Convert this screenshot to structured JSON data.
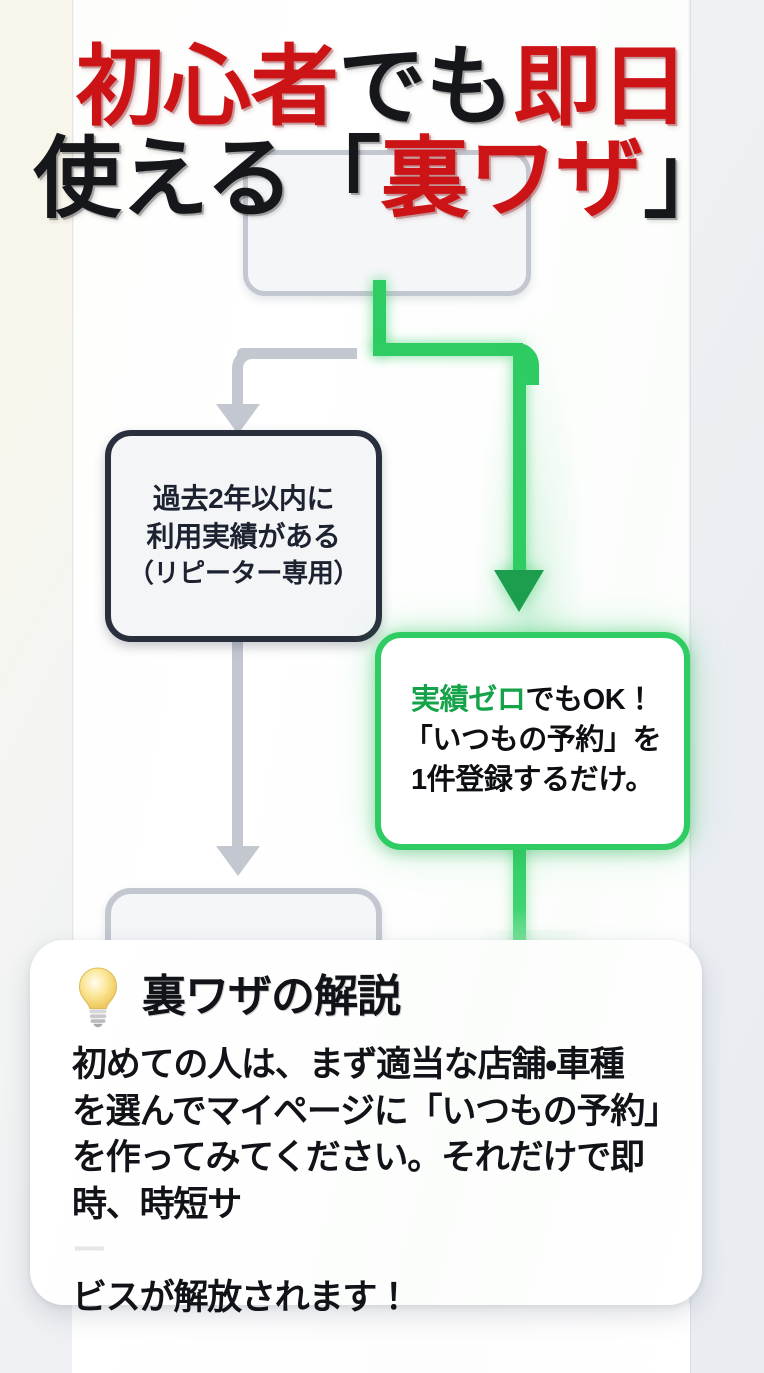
{
  "headline": {
    "line1_part1": "初心者",
    "line1_part2": "でも",
    "line1_part3": "即日",
    "line2_part1": "使える「",
    "line2_part2": "裏ワザ",
    "line2_part3": "」",
    "color_red": "#cc1417",
    "color_black": "#16171a"
  },
  "flow": {
    "box_top": {
      "label": ""
    },
    "box_left": {
      "line1": "過去2年以内に",
      "line2": "利用実績がある",
      "line3": "（リピーター専用）",
      "border_color": "#2a2f3d"
    },
    "box_green": {
      "line1_highlight": "実績ゼロ",
      "line1_rest": "でもOK！",
      "line2": "「いつもの予約」を",
      "line3": "1件登録するだけ。",
      "border_color": "#2ecc62",
      "highlight_color": "#15a34a"
    },
    "box_third": {
      "label": ""
    },
    "connector_grey_color": "#c3c7d0",
    "connector_green_color": "#2ecc62",
    "arrow_green_color": "#1d9e4e"
  },
  "explain": {
    "icon": "lightbulb-icon",
    "title": "裏ワザの解説",
    "body_line1": "初めての人は、まず適当な店舗・車種",
    "body_line2": "を選んでマイページに「いつもの予約」",
    "body_line3": "を作ってみてください。それだけで即",
    "body_line4_a": "時、時短サ",
    "body_line4_faint": "ー",
    "body_line4_b": "ビスが解放されます！"
  }
}
